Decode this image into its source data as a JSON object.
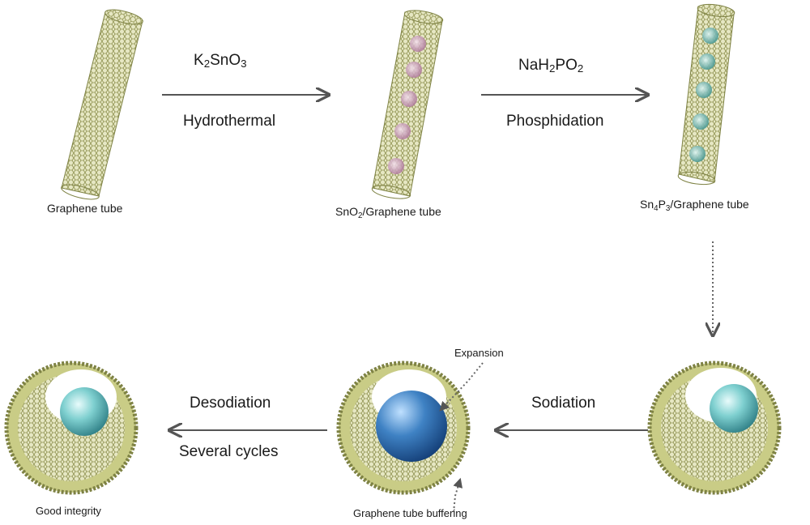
{
  "steps": {
    "hydrothermal": {
      "reagent": {
        "base": "K",
        "sub1": "2",
        "mid": "SnO",
        "sub2": "3"
      },
      "label": "Hydrothermal"
    },
    "phosphidation": {
      "reagent": {
        "base": "NaH",
        "sub1": "2",
        "mid": "PO",
        "sub2": "2"
      },
      "label": "Phosphidation"
    },
    "sodiation": {
      "label": "Sodiation"
    },
    "desodiation": {
      "label": "Desodiation",
      "sublabel": "Several cycles"
    }
  },
  "captions": {
    "graphene_tube": "Graphene tube",
    "sno2_tube": {
      "base": "SnO",
      "sub": "2",
      "rest": "/Graphene tube"
    },
    "sn4p3_tube": {
      "a": "Sn",
      "s1": "4",
      "b": "P",
      "s2": "3",
      "rest": "/Graphene tube"
    },
    "expansion": "Expansion",
    "buffering": "Graphene tube buffering",
    "good_integrity": "Good integrity"
  },
  "colors": {
    "graphene": "#b9bd72",
    "graphene_dark": "#7e8244",
    "sno2_particle": "#d8a8c8",
    "sn4p3_particle": "#7fc6c0",
    "sphere_small": "#7fd0d0",
    "sphere_expanded": "#3f82c4",
    "arrow": "#555555"
  }
}
